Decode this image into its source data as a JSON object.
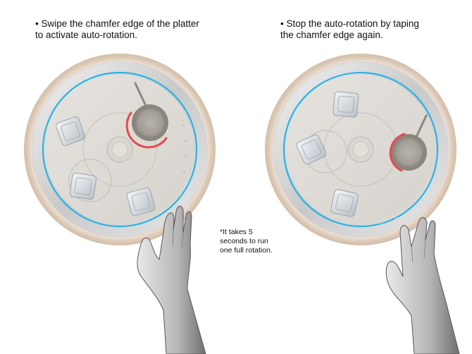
{
  "steps": [
    {
      "bullet": "•",
      "lines": [
        "Swipe the chamfer edge of the platter",
        "to activate auto-rotation."
      ]
    },
    {
      "bullet": "•",
      "lines": [
        "Stop the auto-rotation by taping",
        "the chamfer edge again."
      ]
    }
  ],
  "note": {
    "lines": [
      "*It takes 5",
      "seconds to run",
      "one full rotation."
    ]
  },
  "colors": {
    "rotation_ring": "#2ab3e6",
    "active_cup_ring": "#e8484f",
    "platter_surface": "#dfdcd6",
    "outer_halo": "#d9c6b4"
  },
  "icons": [
    "hand-icon",
    "glass-icon",
    "cup-icon"
  ]
}
